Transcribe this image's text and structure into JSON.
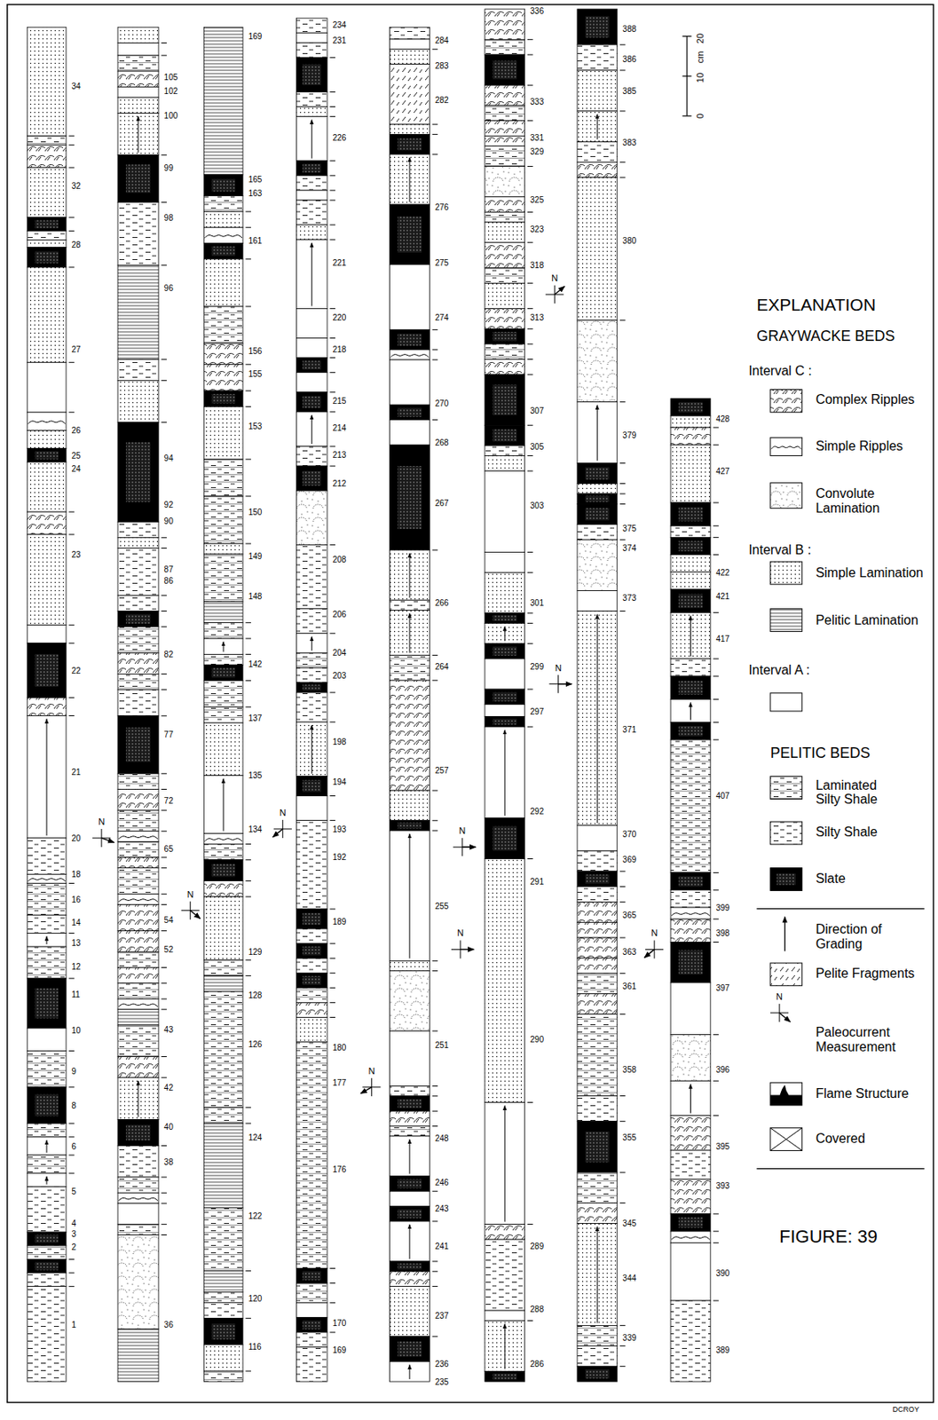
{
  "diagram": {
    "caption": "FIGURE: 39",
    "labels": [
      "34",
      "32",
      "28",
      "27",
      "26",
      "25",
      "24",
      "23",
      "22",
      "21",
      "20",
      "18",
      "16",
      "14",
      "13",
      "12",
      "11",
      "10",
      "9",
      "8",
      "6",
      "5",
      "4",
      "3",
      "2",
      "1",
      "105",
      "102",
      "100",
      "99",
      "98",
      "96",
      "94",
      "92",
      "90",
      "87",
      "86",
      "82",
      "77",
      "72",
      "65",
      "54",
      "52",
      "43",
      "42",
      "40",
      "38",
      "36",
      "169",
      "165",
      "163",
      "161",
      "156",
      "155",
      "153",
      "150",
      "149",
      "148",
      "142",
      "137",
      "135",
      "134",
      "129",
      "128",
      "126",
      "124",
      "122",
      "120",
      "116",
      "234",
      "231",
      "226",
      "221",
      "220",
      "218",
      "215",
      "214",
      "213",
      "212",
      "208",
      "206",
      "204",
      "203",
      "198",
      "194",
      "193",
      "192",
      "189",
      "180",
      "177",
      "176",
      "170",
      "169",
      "284",
      "283",
      "282",
      "276",
      "275",
      "274",
      "270",
      "268",
      "267",
      "266",
      "264",
      "257",
      "255",
      "251",
      "248",
      "246",
      "243",
      "241",
      "237",
      "236",
      "235",
      "336",
      "333",
      "331",
      "329",
      "325",
      "323",
      "318",
      "313",
      "307",
      "305",
      "303",
      "301",
      "299",
      "297",
      "292",
      "291",
      "290",
      "289",
      "288",
      "286",
      "388",
      "386",
      "385",
      "383",
      "380",
      "379",
      "375",
      "374",
      "373",
      "371",
      "370",
      "369",
      "365",
      "363",
      "361",
      "358",
      "355",
      "345",
      "344",
      "339",
      "428",
      "427",
      "422",
      "421",
      "417",
      "407",
      "399",
      "398",
      "397",
      "396",
      "395",
      "393",
      "390",
      "389",
      "N",
      "N",
      "N",
      "N",
      "N",
      "N",
      "N",
      "N",
      "N",
      "N",
      "0",
      "10",
      "20",
      "cm",
      "EXPLANATION",
      "GRAYWACKE BEDS",
      "Interval C :",
      "Interval B :",
      "Interval A :",
      "PELITIC BEDS",
      "DCROY"
    ],
    "legend": [
      {
        "text": "Complex Ripples"
      },
      {
        "text": "Simple Ripples"
      },
      {
        "text": "Convolute Lamination"
      },
      {
        "text": "Simple Lamination"
      },
      {
        "text": "Pelitic Lamination"
      },
      {
        "text": "Laminated Silty Shale"
      },
      {
        "text": "Silty Shale"
      },
      {
        "text": "Slate",
        "color": "#000000"
      },
      {
        "text": "Direction of Grading"
      },
      {
        "text": "Pelite Fragments"
      },
      {
        "text": "Paleocurrent Measurement"
      },
      {
        "text": "Flame Structure"
      },
      {
        "text": "Covered"
      }
    ]
  }
}
